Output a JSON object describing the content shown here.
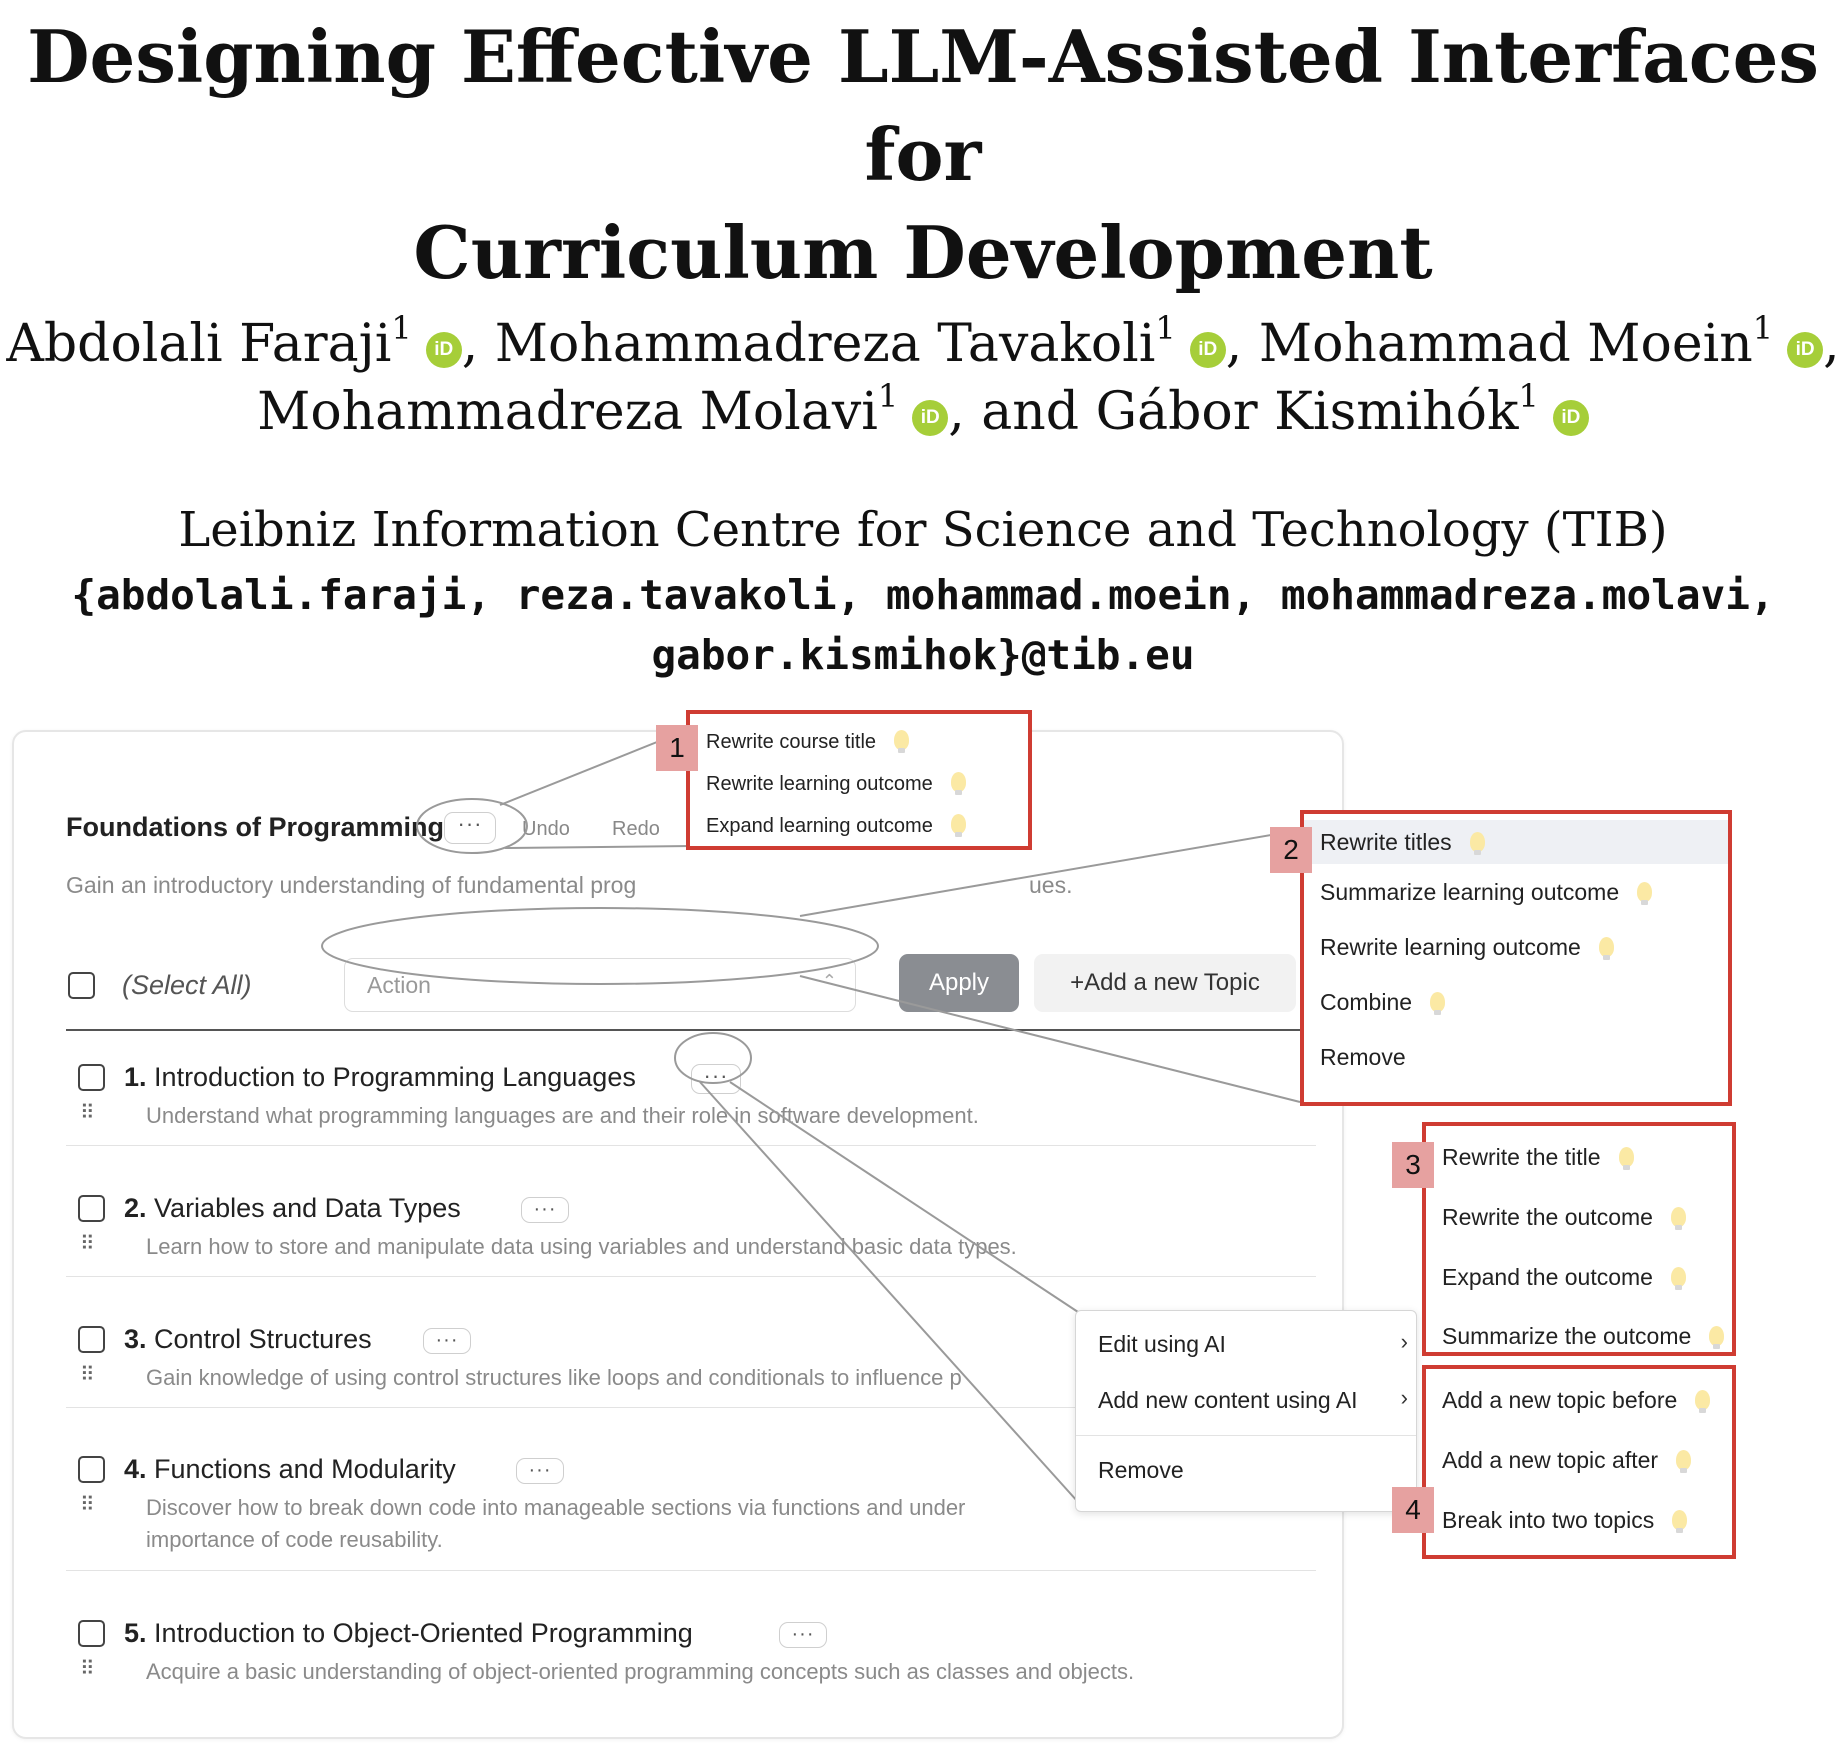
{
  "paper": {
    "title_lines": [
      "Designing Effective LLM-Assisted Interfaces for",
      "Curriculum Development"
    ],
    "authors": [
      {
        "name": "Abdolali Faraji",
        "sup": "1",
        "sep": ","
      },
      {
        "name": "Mohammadreza Tavakoli",
        "sup": "1",
        "sep": ","
      },
      {
        "name": "Mohammad Moein",
        "sup": "1",
        "sep": ","
      },
      {
        "name": "Mohammadreza Molavi",
        "sup": "1",
        "sep": ", and"
      },
      {
        "name": "Gábor Kismihók",
        "sup": "1",
        "sep": ""
      }
    ],
    "orcid_label": "iD",
    "affiliation": "Leibniz Information Centre for Science and Technology (TIB)",
    "emails_lines": [
      "{abdolali.faraji, reza.tavakoli, mohammad.moein, mohammadreza.molavi,",
      "gabor.kismihok}@tib.eu"
    ]
  },
  "app": {
    "course_title": "Foundations of Programming",
    "more_label": "···",
    "undo_label": "Undo",
    "redo_label": "Redo",
    "course_description": "Gain an introductory understanding of fundamental prog",
    "course_description_tail": "ues.",
    "select_all_label": "(Select All)",
    "action_placeholder": "Action",
    "action_chevron": "⌃",
    "apply_label": "Apply",
    "add_topic_label": "+Add a new Topic",
    "drag_handle": "⠿",
    "topics": [
      {
        "number": "1.",
        "title": "Introduction to Programming Languages",
        "desc_lines": [
          "Understand what programming languages are and their role in software development."
        ]
      },
      {
        "number": "2.",
        "title": "Variables and Data Types",
        "desc_lines": [
          "Learn how to store and manipulate data using variables and understand basic data types."
        ]
      },
      {
        "number": "3.",
        "title": "Control Structures",
        "desc_lines": [
          "Gain knowledge of using control structures like loops and conditionals to influence p"
        ]
      },
      {
        "number": "4.",
        "title": "Functions and Modularity",
        "desc_lines": [
          "Discover how to break down code into manageable sections via functions and under",
          "importance of code reusability."
        ]
      },
      {
        "number": "5.",
        "title": "Introduction to Object-Oriented Programming",
        "desc_lines": [
          "Acquire a basic understanding of object-oriented programming concepts such as classes and objects."
        ]
      }
    ],
    "context_menu": {
      "edit_ai": "Edit using AI",
      "add_ai": "Add new content using AI",
      "remove": "Remove",
      "submenu_arrow": "›"
    }
  },
  "callouts": {
    "c1": {
      "badge": "1",
      "items": [
        "Rewrite course title",
        "Rewrite learning outcome",
        "Expand learning outcome"
      ]
    },
    "c2": {
      "badge": "2",
      "items": [
        "Rewrite titles",
        "Summarize learning outcome",
        "Rewrite learning outcome",
        "Combine",
        "Remove"
      ]
    },
    "c3": {
      "badge": "3",
      "items": [
        "Rewrite the title",
        "Rewrite the outcome",
        "Expand the outcome",
        "Summarize the outcome"
      ]
    },
    "c4": {
      "badge": "4",
      "items": [
        "Add a new topic before",
        "Add a new topic after",
        "Break into two topics"
      ]
    }
  },
  "colors": {
    "callout_border": "#cf3c32",
    "badge_fill": "#e6a1a0",
    "orcid_green": "#a6ce39",
    "apply_gray": "#8a8d92"
  },
  "icons": {
    "orcid": "orcid-icon",
    "suggestion": "lightbulb-icon",
    "drag": "drag-handle-icon",
    "more": "ellipsis-icon",
    "submenu": "chevron-right-icon"
  }
}
